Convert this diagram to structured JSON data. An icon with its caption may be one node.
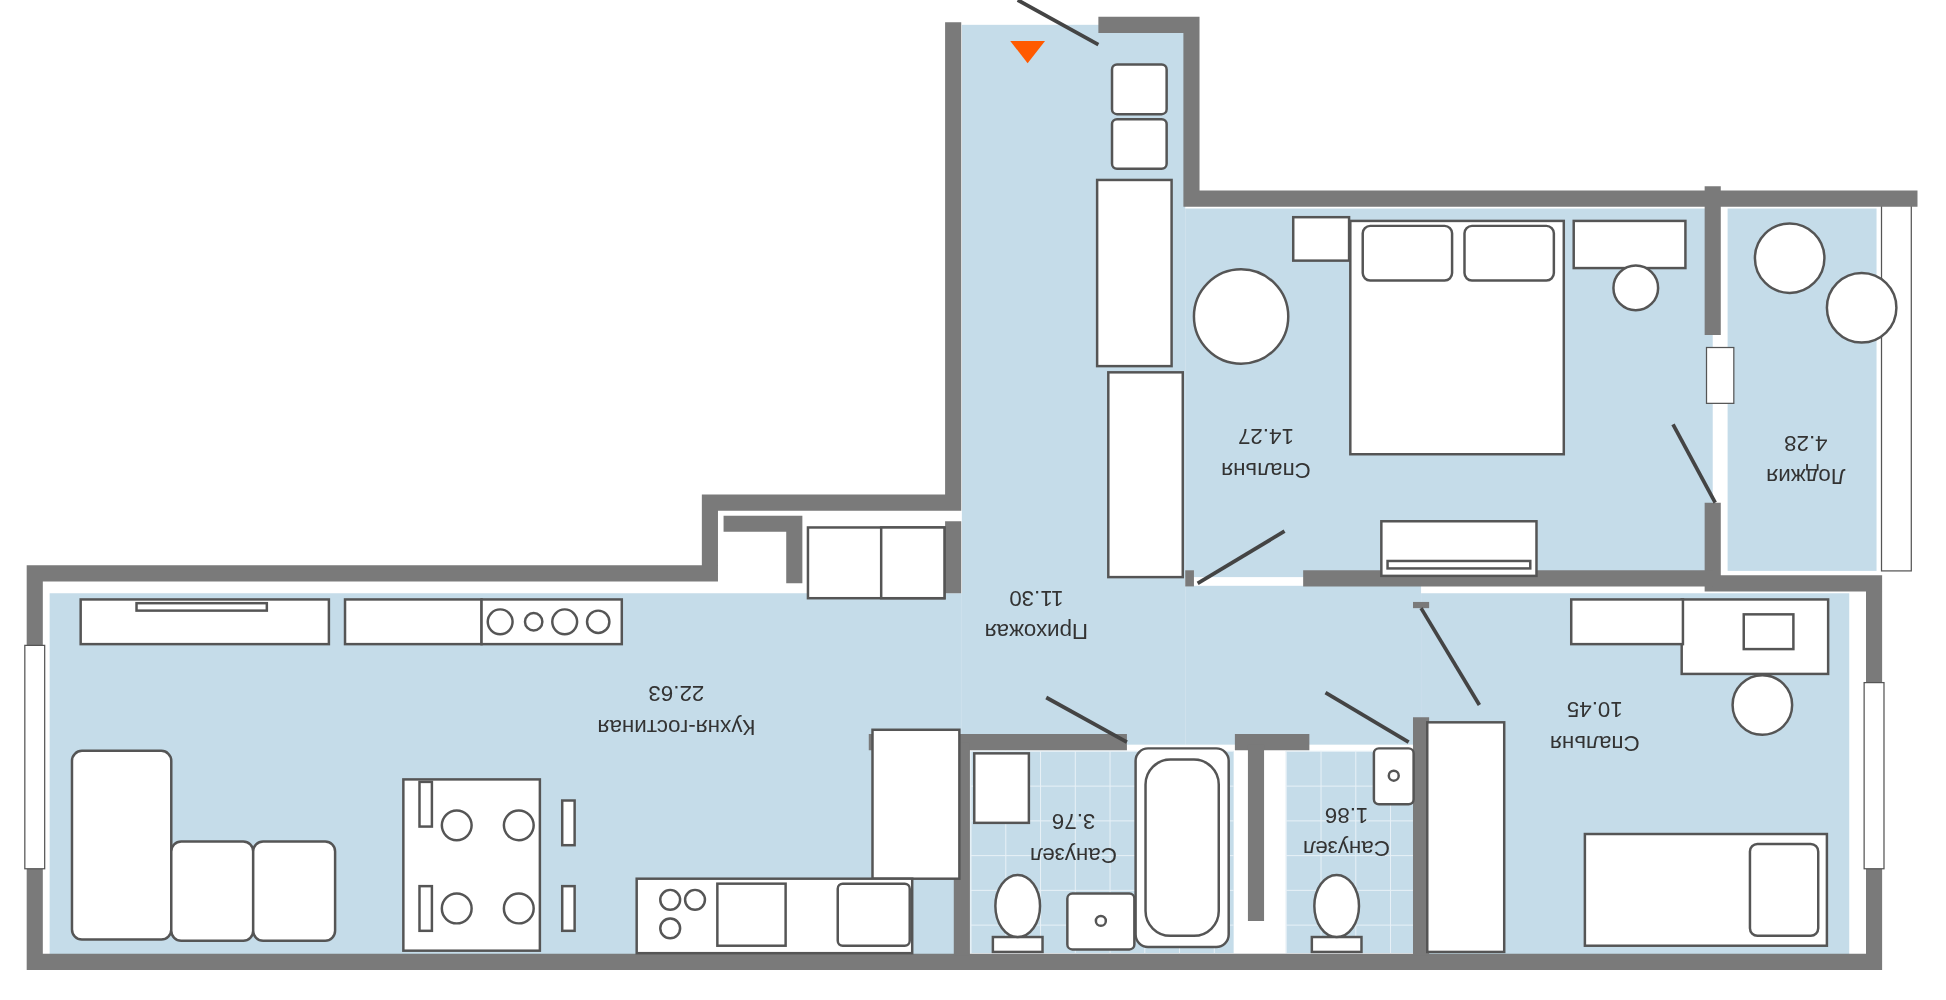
{
  "diagram": {
    "nodes": [
      {
        "text": [
          "Прихожая",
          "11.30"
        ]
      },
      {
        "text": [
          "Спальня",
          "14.27"
        ]
      },
      {
        "text": [
          "Лоджия",
          "4.28"
        ]
      },
      {
        "text": [
          "Кухня-гостиная",
          "22.63"
        ]
      },
      {
        "text": [
          "Спальня",
          "10.45"
        ]
      },
      {
        "text": [
          "Санузел",
          "3.76"
        ]
      },
      {
        "text": [
          "Санузел",
          "1.86"
        ]
      }
    ]
  }
}
